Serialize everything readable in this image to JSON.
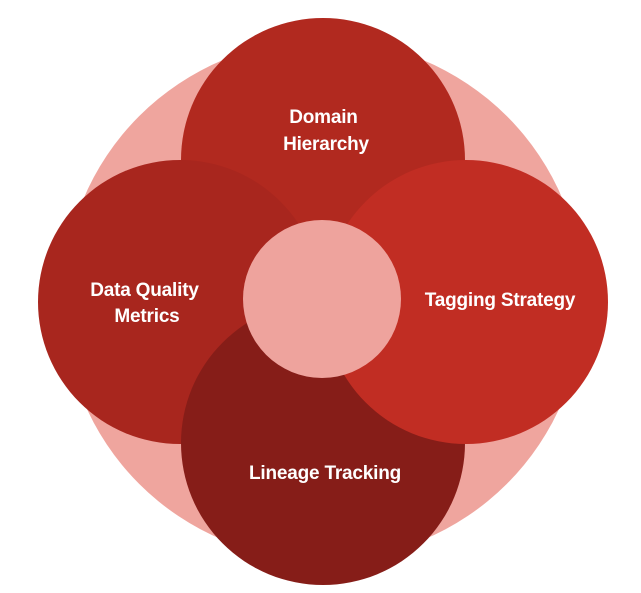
{
  "diagram": {
    "colors": {
      "ring": "#efa59e",
      "top": "#b1291f",
      "left": "#a8261e",
      "right": "#c12d23",
      "bottom": "#861d18",
      "center": "#eea39d",
      "text": "#ffffff"
    },
    "nodes": {
      "top": {
        "lines": [
          "Domain",
          "Hierarchy"
        ]
      },
      "right": {
        "lines": [
          "Tagging Strategy"
        ]
      },
      "bottom": {
        "lines": [
          "Lineage Tracking"
        ]
      },
      "left": {
        "lines": [
          "Data Quality",
          "Metrics"
        ]
      }
    }
  }
}
